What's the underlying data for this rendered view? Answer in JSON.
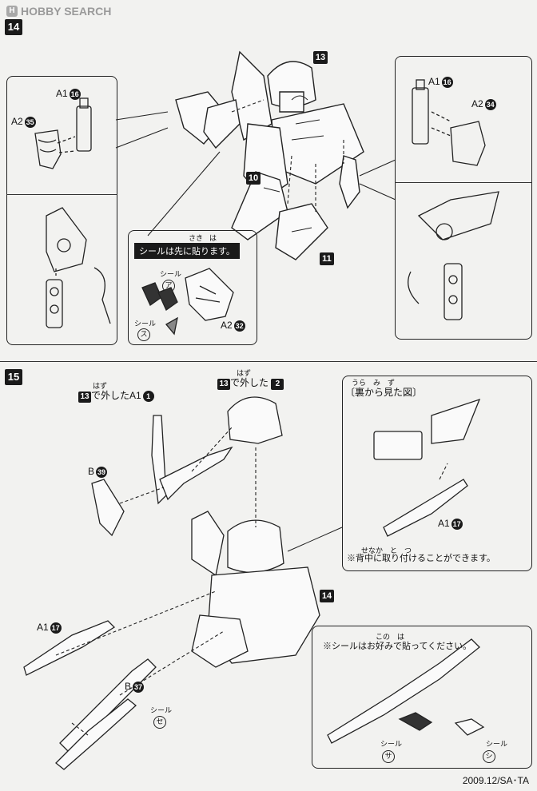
{
  "watermark": {
    "logo_glyph": "H",
    "text": "HOBBY SEARCH"
  },
  "step14": {
    "number": "14",
    "part_13": "13",
    "part_10": "10",
    "part_11": "11",
    "left_box": {
      "a1_label": "A1",
      "a1_num": "16",
      "a2_label": "A2",
      "a2_num": "35"
    },
    "right_box": {
      "a1_label": "A1",
      "a1_num": "16",
      "a2_label": "A2",
      "a2_num": "34"
    },
    "sticker_box": {
      "notice": "シールは先に貼ります。",
      "furigana_1": "さき",
      "furigana_2": "は",
      "sticker_a_caption": "シール",
      "sticker_a": "ア",
      "sticker_su_caption": "シール",
      "sticker_su": "ス",
      "a2_label": "A2",
      "a2_num": "32"
    }
  },
  "step15": {
    "number": "15",
    "removed_a1": {
      "part": "13",
      "text": "で外したA1",
      "num": "1",
      "furigana": "はず"
    },
    "removed_2": {
      "part": "13",
      "text": "で外した",
      "badge": "2",
      "furigana": "はず"
    },
    "b39": {
      "label": "B",
      "num": "39"
    },
    "part_14": "14",
    "back_view": {
      "title": "〔裏から見た図〕",
      "furigana": "うら　み　ず",
      "a1_label": "A1",
      "a1_num": "17",
      "note": "※背中に取り付けることができます。",
      "note_furigana": "せなか　と　つ"
    },
    "a1_17": {
      "label": "A1",
      "num": "17"
    },
    "b37": {
      "label": "B",
      "num": "37"
    },
    "sticker_se": {
      "caption": "シール",
      "glyph": "セ"
    },
    "optional_box": {
      "note": "※シールはお好みで貼ってください。",
      "note_furigana": "この　は",
      "sticker_sa": {
        "caption": "シール",
        "glyph": "サ"
      },
      "sticker_shi": {
        "caption": "シール",
        "glyph": "シ"
      }
    }
  },
  "footer": {
    "code": "2009.12/SA･TA"
  }
}
